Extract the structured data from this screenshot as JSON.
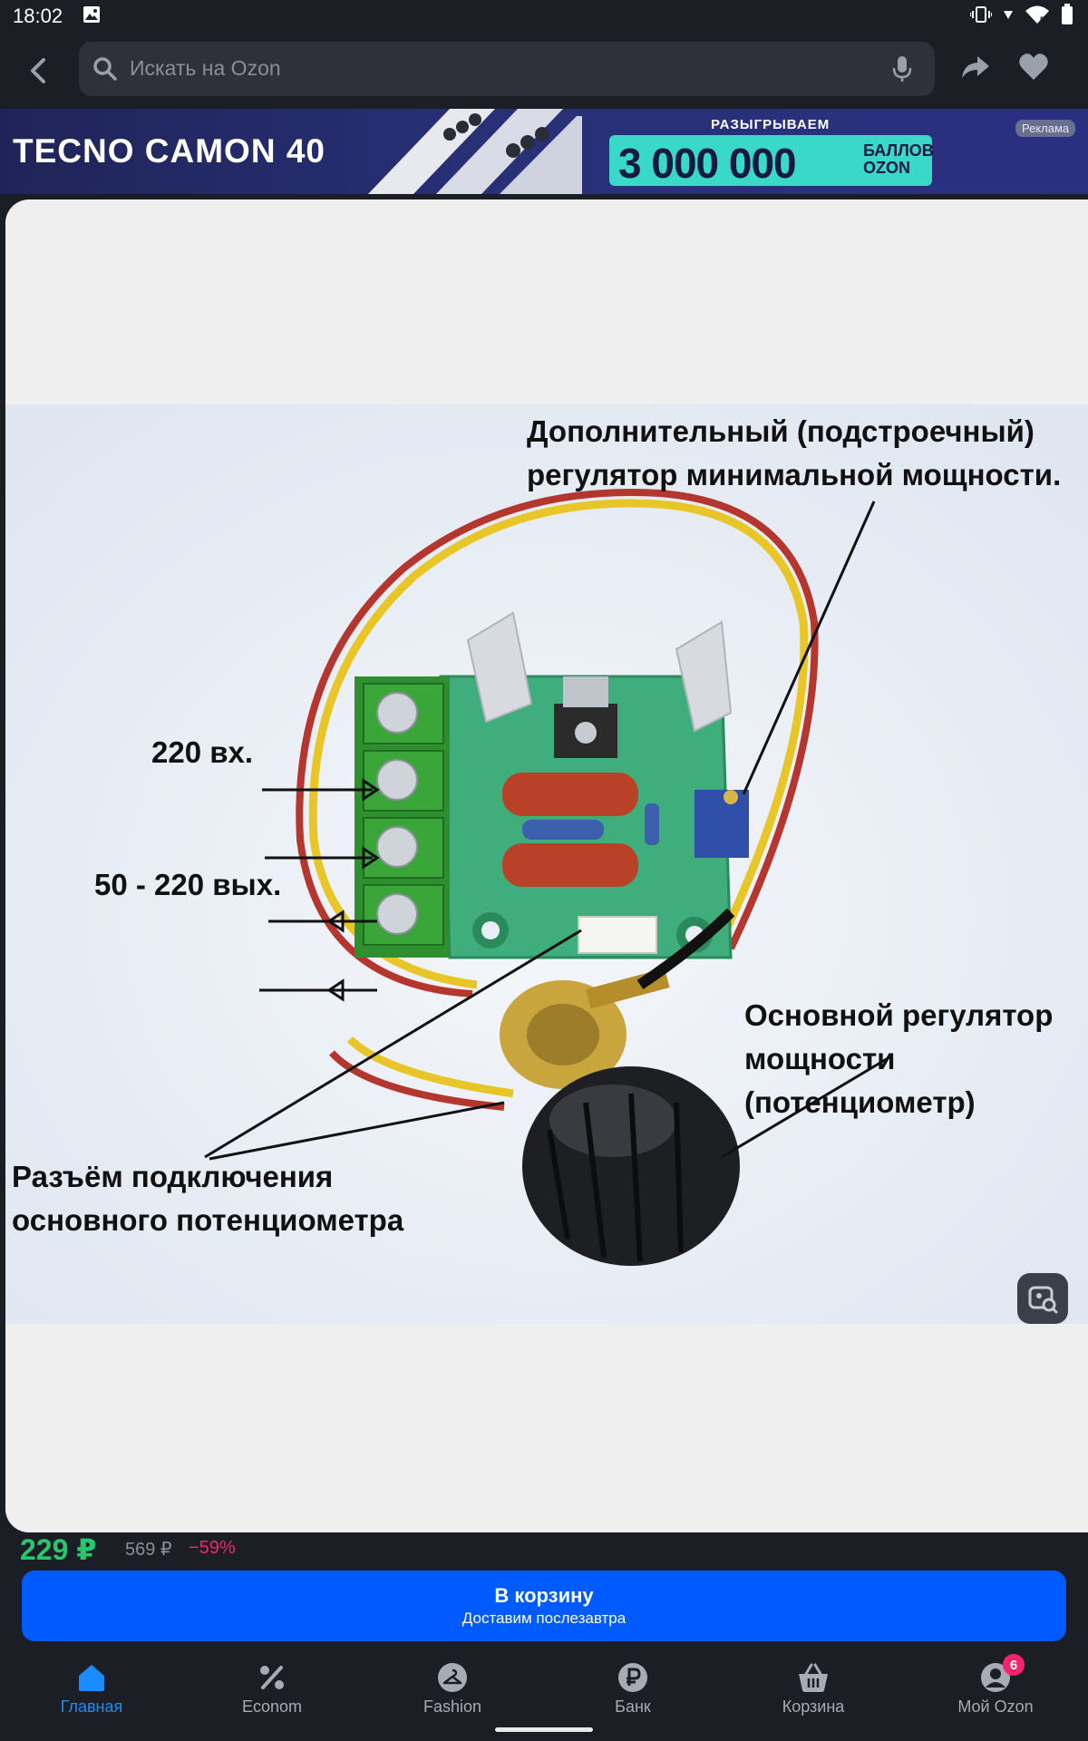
{
  "status_bar": {
    "time": "18:02"
  },
  "search": {
    "placeholder": "Искать на Ozon"
  },
  "ad": {
    "brand": "TECNO CAMON 40",
    "raffle_label": "РАЗЫГРЫВАЕМ",
    "points_number": "3 000 000",
    "points_unit": "БАЛЛОВ OZON",
    "ad_label": "Реклама"
  },
  "product_image": {
    "annotation_top": [
      "Дополнительный (подстроечный)",
      "регулятор минимальной мощности."
    ],
    "annotation_input": "220 вх.",
    "annotation_output": "50 - 220 вых.",
    "annotation_main_regulator": [
      "Основной регулятор",
      "мощности",
      "(потенциометр)"
    ],
    "annotation_connector": [
      "Разъём подключения",
      "основного потенциометра"
    ]
  },
  "price": {
    "current": "229 ₽",
    "old": "569 ₽",
    "discount": "−59%"
  },
  "cart_button": {
    "label": "В корзину",
    "sublabel": "Доставим послезавтра"
  },
  "bottom_nav": {
    "items": [
      {
        "label": "Главная",
        "icon": "home-icon",
        "active": true
      },
      {
        "label": "Econom",
        "icon": "percent-icon",
        "active": false
      },
      {
        "label": "Fashion",
        "icon": "hanger-icon",
        "active": false
      },
      {
        "label": "Банк",
        "icon": "ruble-icon",
        "active": false
      },
      {
        "label": "Корзина",
        "icon": "basket-icon",
        "active": false
      },
      {
        "label": "Мой Ozon",
        "icon": "profile-icon",
        "active": false,
        "badge": "6"
      }
    ]
  },
  "colors": {
    "background": "#1b1e25",
    "accent": "#005bff",
    "active_nav": "#1a8cff",
    "badge": "#f5246e",
    "price": "#28c76f"
  }
}
